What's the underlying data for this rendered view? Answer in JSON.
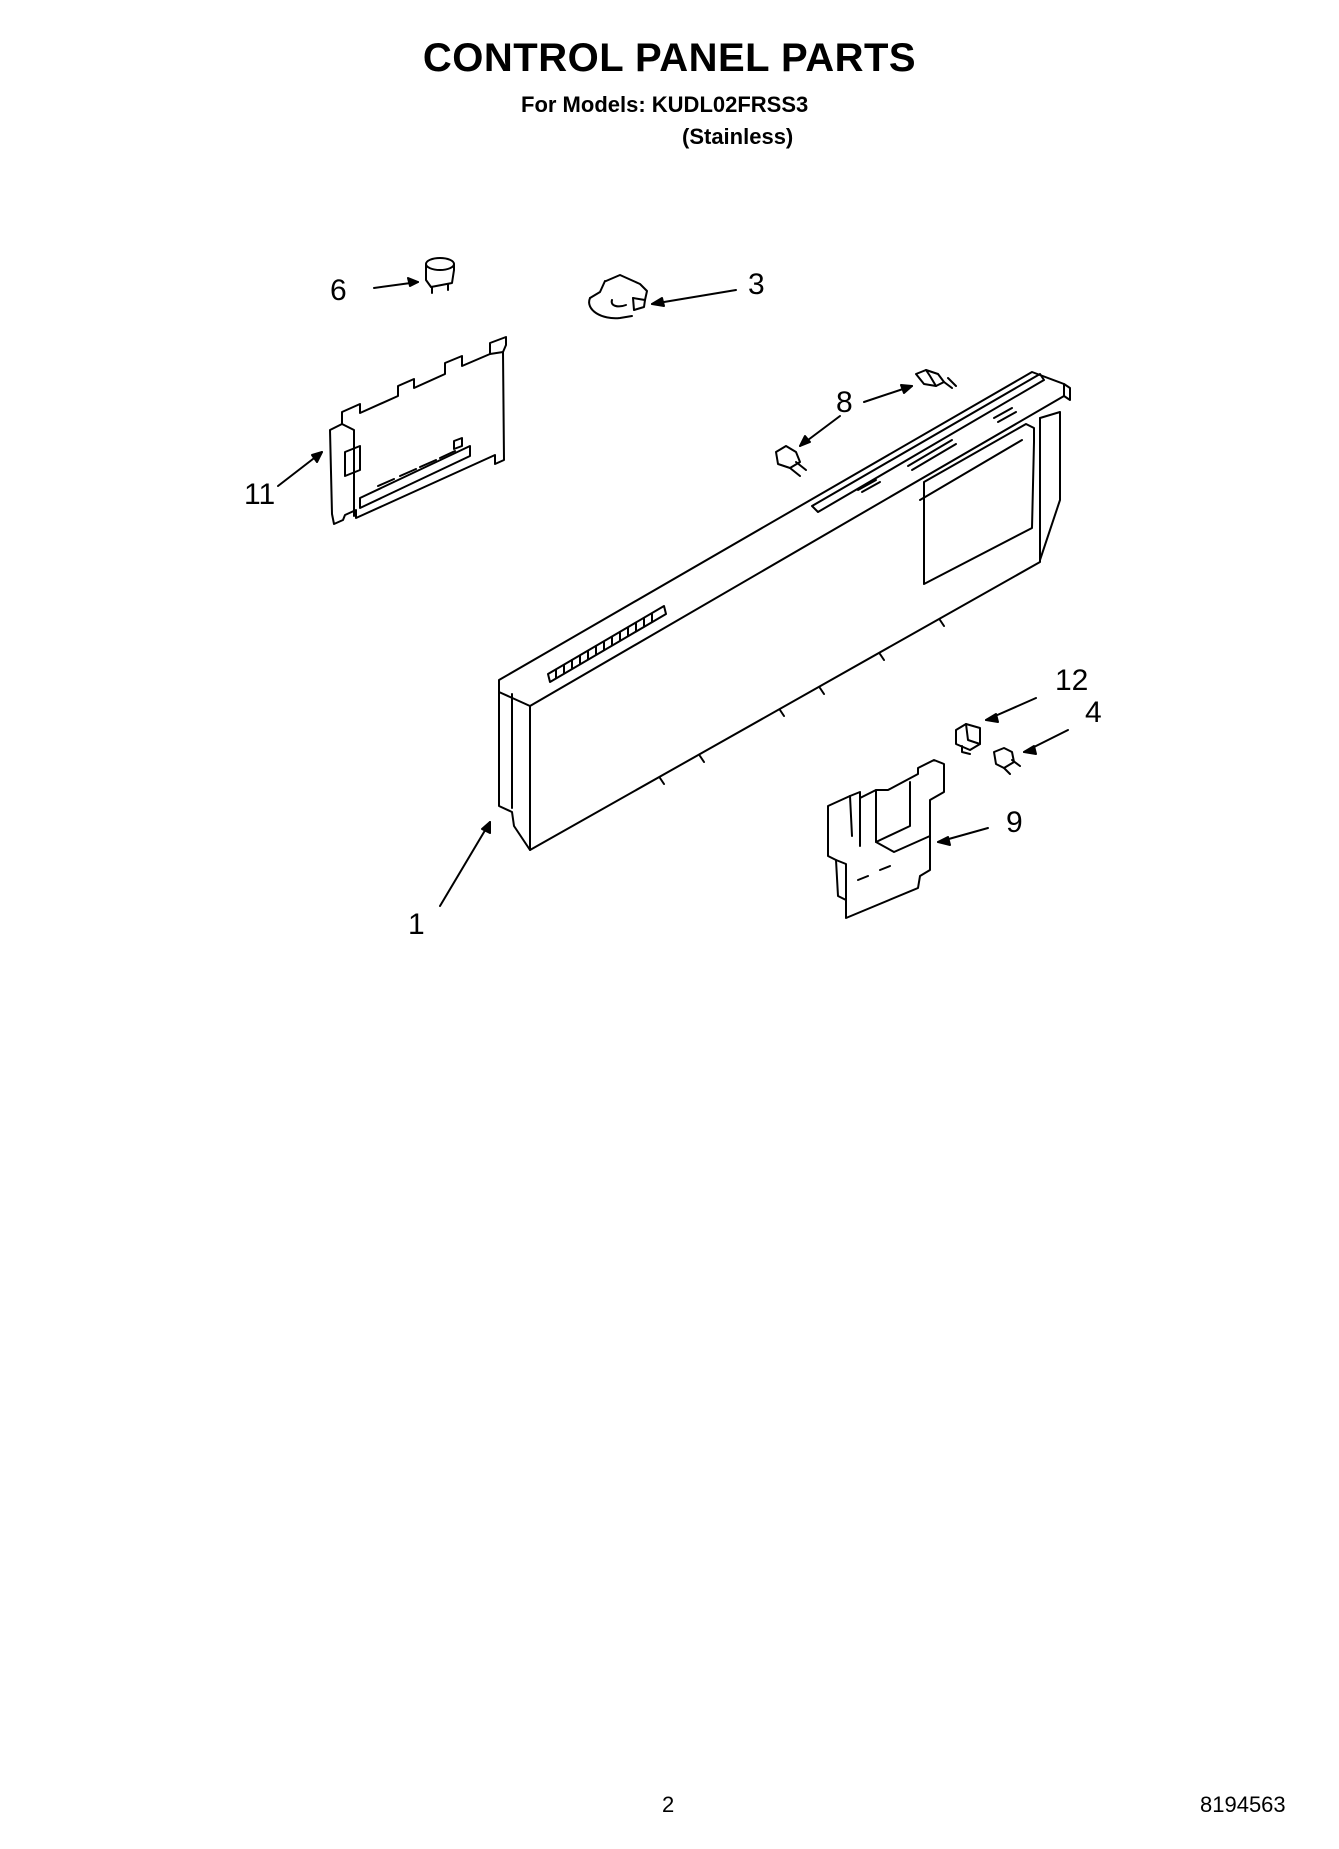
{
  "header": {
    "title": "CONTROL PANEL PARTS",
    "models_line": "For Models: KUDL02FRSS3",
    "variant": "(Stainless)"
  },
  "callouts": {
    "c1": "1",
    "c3": "3",
    "c4": "4",
    "c6": "6",
    "c8": "8",
    "c9": "9",
    "c11": "11",
    "c12": "12"
  },
  "footer": {
    "page_number": "2",
    "document_number": "8194563"
  }
}
